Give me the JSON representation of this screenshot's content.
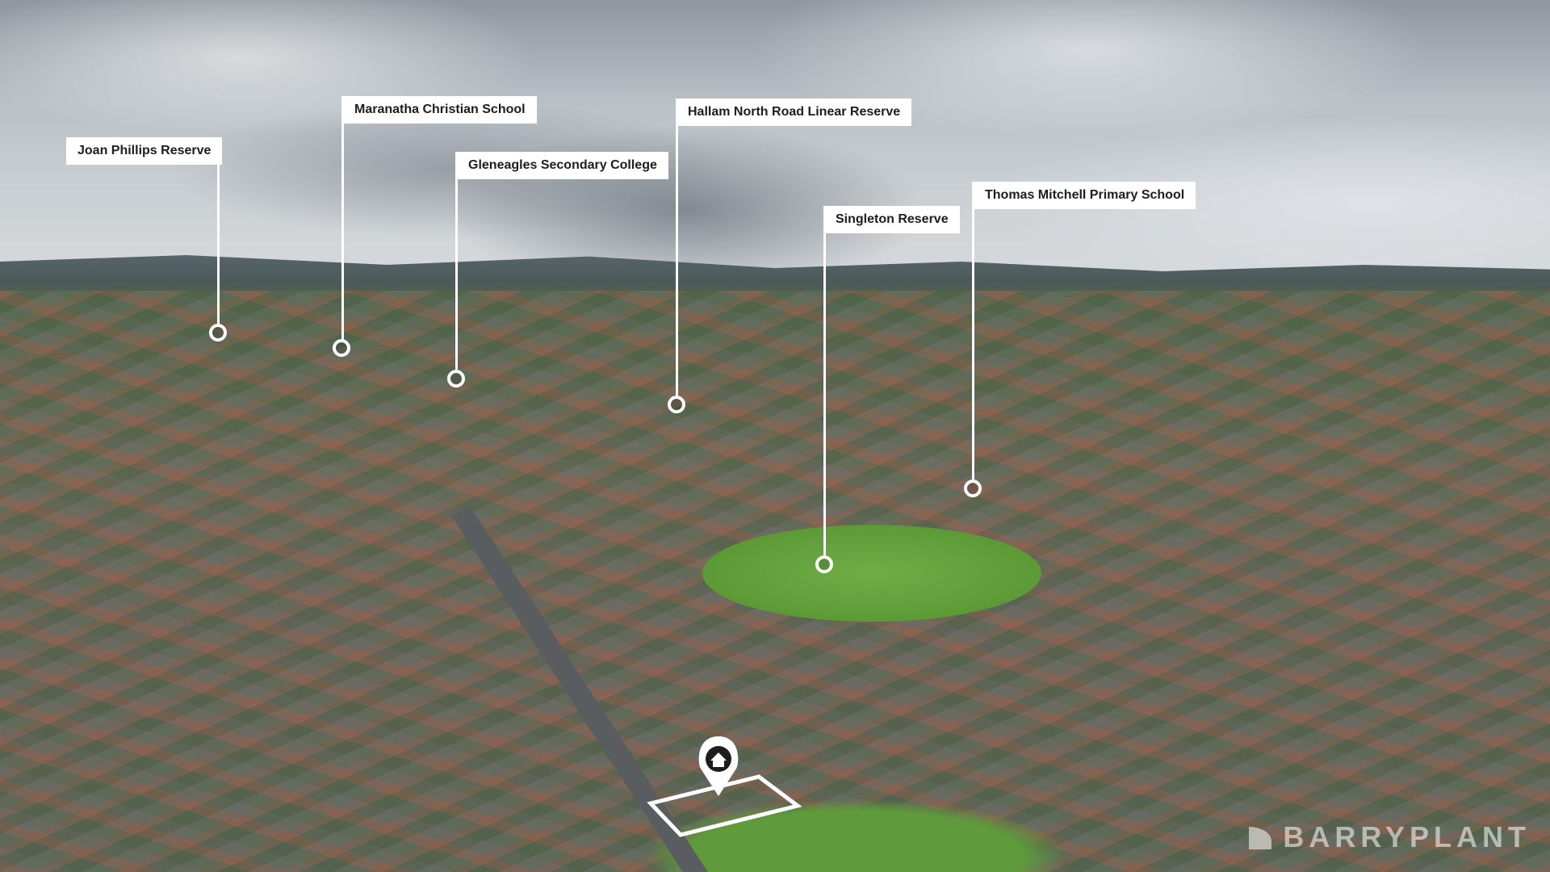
{
  "scene": {
    "description_colors": {
      "label_background": "#ffffff",
      "label_text": "#1d1d1d",
      "leader_color": "#ffffff"
    }
  },
  "landmarks": [
    {
      "id": "joan-phillips-reserve",
      "label": "Joan Phillips Reserve"
    },
    {
      "id": "maranatha-christian-school",
      "label": "Maranatha Christian School"
    },
    {
      "id": "gleneagles-secondary-college",
      "label": "Gleneagles Secondary College"
    },
    {
      "id": "hallam-north-road-linear-reserve",
      "label": "Hallam North Road Linear Reserve"
    },
    {
      "id": "singleton-reserve",
      "label": "Singleton Reserve"
    },
    {
      "id": "thomas-mitchell-primary-school",
      "label": "Thomas Mitchell Primary School"
    }
  ],
  "property_marker": {
    "icon": "home-icon"
  },
  "watermark": {
    "text": "BARRYPLANT",
    "icon": "barry-plant-logo-icon"
  }
}
